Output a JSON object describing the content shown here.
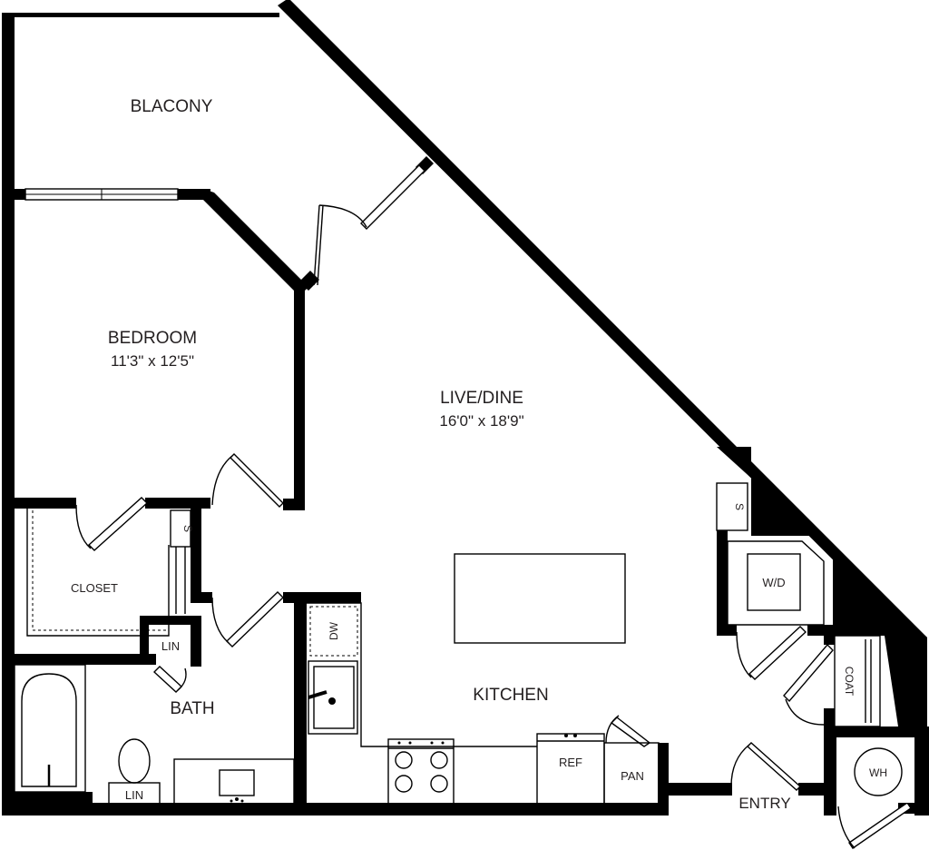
{
  "rooms": {
    "balcony": {
      "label": "BLACONY"
    },
    "bedroom": {
      "label": "BEDROOM",
      "dimensions": "11'3\" x 12'5\""
    },
    "live_dine": {
      "label": "LIVE/DINE",
      "dimensions": "16'0\" x 18'9\""
    },
    "closet": {
      "label": "CLOSET"
    },
    "bath": {
      "label": "BATH"
    },
    "kitchen": {
      "label": "KITCHEN"
    },
    "entry": {
      "label": "ENTRY"
    }
  },
  "fixtures": {
    "shelf_bedroom": "S",
    "shelf_live": "S",
    "linen_hall": "LIN",
    "linen_bath": "LIN",
    "dishwasher": "DW",
    "refrigerator": "REF",
    "pantry": "PAN",
    "washer_dryer": "W/D",
    "coat": "COAT",
    "water_heater": "WH"
  }
}
